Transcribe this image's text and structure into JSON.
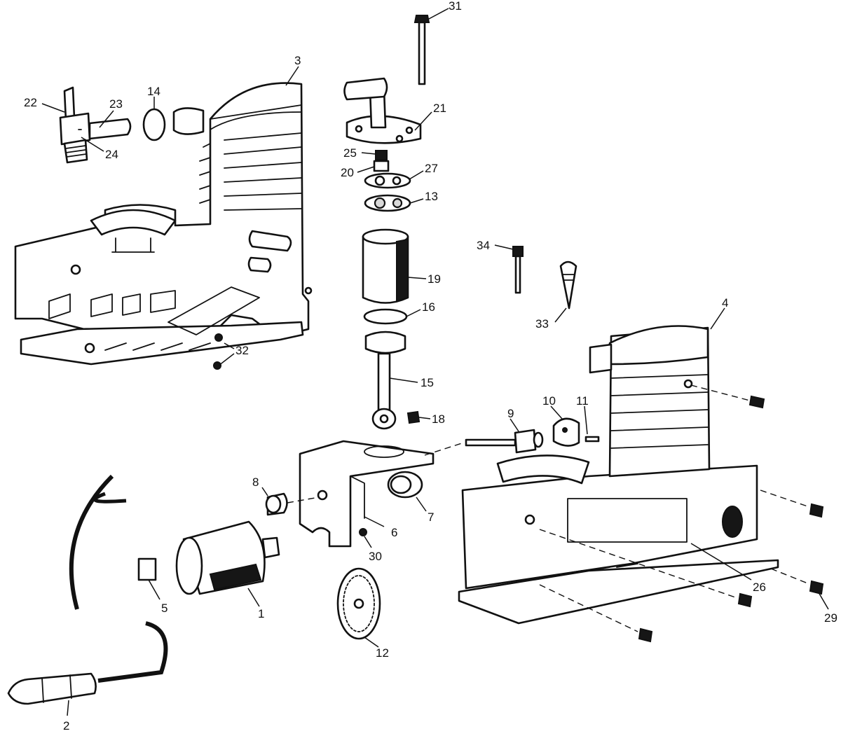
{
  "diagram": {
    "callouts": [
      {
        "id": "c1",
        "text": "1"
      },
      {
        "id": "c2",
        "text": "2"
      },
      {
        "id": "c3",
        "text": "3"
      },
      {
        "id": "c4",
        "text": "4"
      },
      {
        "id": "c5",
        "text": "5"
      },
      {
        "id": "c6",
        "text": "6"
      },
      {
        "id": "c7",
        "text": "7"
      },
      {
        "id": "c8",
        "text": "8"
      },
      {
        "id": "c9",
        "text": "9"
      },
      {
        "id": "c10",
        "text": "10"
      },
      {
        "id": "c11",
        "text": "11"
      },
      {
        "id": "c12",
        "text": "12"
      },
      {
        "id": "c13",
        "text": "13"
      },
      {
        "id": "c14",
        "text": "14"
      },
      {
        "id": "c15",
        "text": "15"
      },
      {
        "id": "c16",
        "text": "16"
      },
      {
        "id": "c18",
        "text": "18"
      },
      {
        "id": "c19",
        "text": "19"
      },
      {
        "id": "c20",
        "text": "20"
      },
      {
        "id": "c21",
        "text": "21"
      },
      {
        "id": "c22",
        "text": "22"
      },
      {
        "id": "c23",
        "text": "23"
      },
      {
        "id": "c24",
        "text": "24"
      },
      {
        "id": "c25",
        "text": "25"
      },
      {
        "id": "c26",
        "text": "26"
      },
      {
        "id": "c27",
        "text": "27"
      },
      {
        "id": "c29",
        "text": "29"
      },
      {
        "id": "c30",
        "text": "30"
      },
      {
        "id": "c31",
        "text": "31"
      },
      {
        "id": "c32",
        "text": "32"
      },
      {
        "id": "c33",
        "text": "33"
      },
      {
        "id": "c34",
        "text": "34"
      }
    ]
  }
}
